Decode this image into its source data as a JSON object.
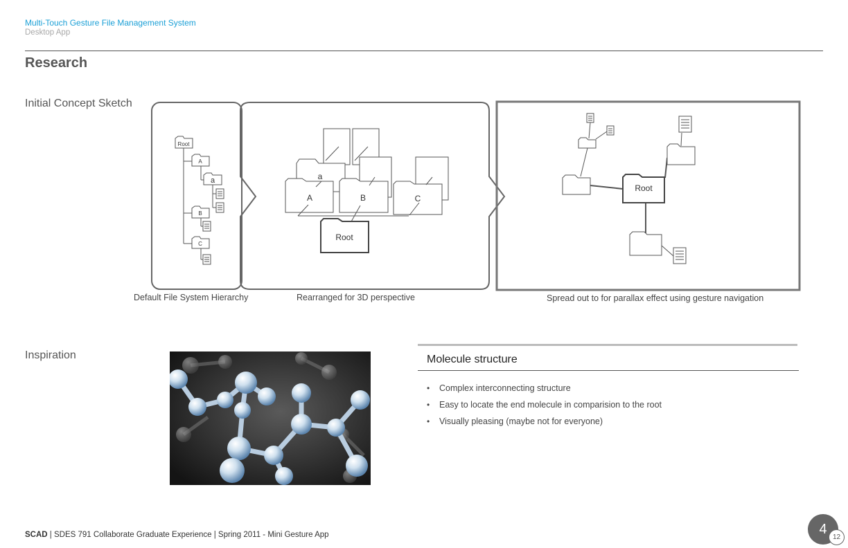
{
  "header": {
    "title": "Multi-Touch Gesture File Management System",
    "subtitle": "Desktop App"
  },
  "section_title": "Research",
  "concept": {
    "label": "Initial Concept Sketch",
    "captions": [
      "Default File System Hierarchy",
      "Rearranged for 3D perspective",
      "Spread out to for parallax effect using gesture navigation"
    ],
    "tree_labels": {
      "root": "Root",
      "a_upper": "A",
      "a_lower": "a",
      "b": "B",
      "c": "C"
    },
    "persp_labels": {
      "a_lower": "a",
      "a": "A",
      "b": "B",
      "c": "C",
      "root": "Root"
    },
    "spread_labels": {
      "root": "Root"
    }
  },
  "inspiration": {
    "label": "Inspiration",
    "image_alt": "Glass molecule structure render",
    "heading": "Molecule structure",
    "bullets": [
      "Complex interconnecting structure",
      "Easy to locate the end molecule in comparision to the root",
      "Visually pleasing (maybe not for everyone)"
    ]
  },
  "footer": {
    "brand": "SCAD",
    "text": " | SDES 791 Collaborate Graduate Experience | Spring 2011 - Mini Gesture App"
  },
  "page": {
    "current": "4",
    "total": "12"
  }
}
